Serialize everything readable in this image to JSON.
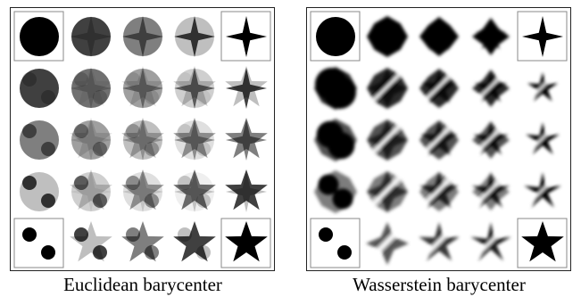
{
  "figure": {
    "left_caption": "Euclidean barycenter",
    "right_caption": "Wasserstein barycenter"
  },
  "grid": {
    "rows": 5,
    "cols": 5,
    "framed_corners": [
      "top-left",
      "top-right",
      "bottom-left",
      "bottom-right"
    ],
    "input_shapes": {
      "top-left": "disk",
      "top-right": "four-point-star",
      "bottom-left": "two-small-disks",
      "bottom-right": "five-point-star"
    }
  },
  "colors": {
    "shape": "#000000",
    "frame": "#222222",
    "corner_frame": "#888888",
    "background": "#ffffff"
  }
}
